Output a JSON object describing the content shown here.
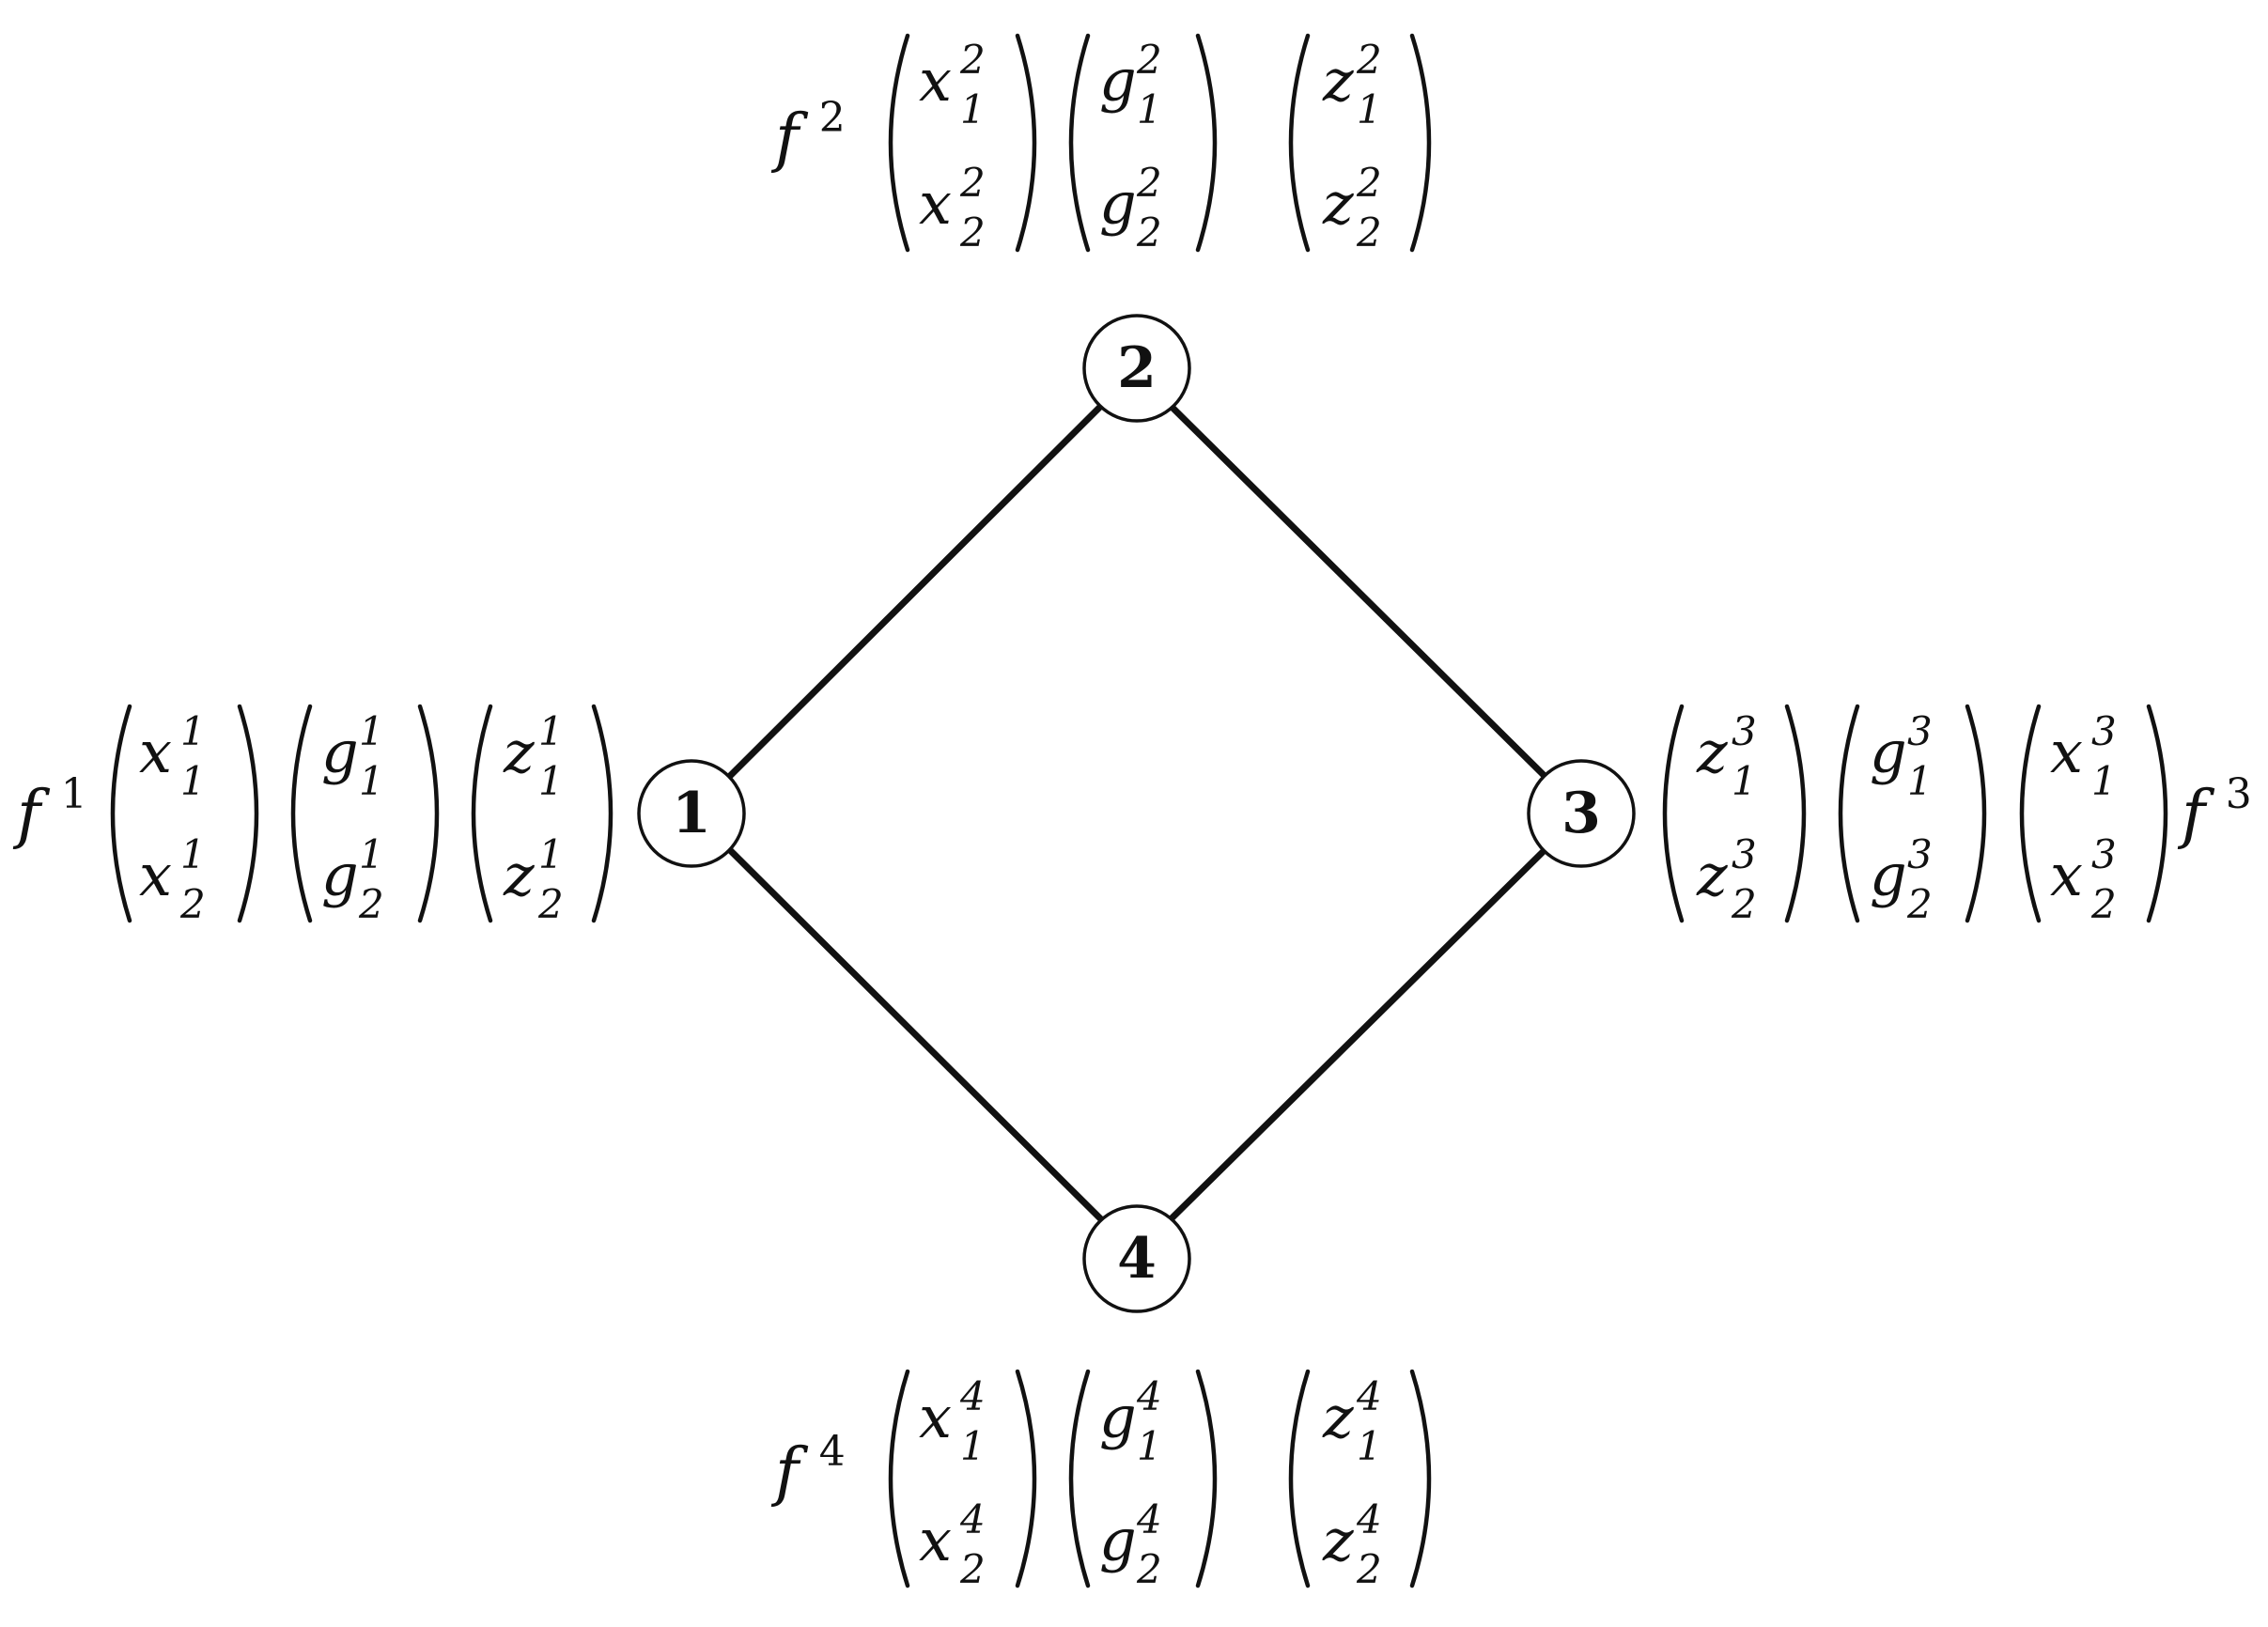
{
  "nodes": [
    {
      "id": "1",
      "label": "1",
      "function": {
        "base": "f",
        "sup": "1"
      },
      "vectors": [
        {
          "name": "x",
          "entries": [
            {
              "base": "x",
              "sub": "1",
              "sup": "1"
            },
            {
              "base": "x",
              "sub": "2",
              "sup": "1"
            }
          ]
        },
        {
          "name": "g",
          "entries": [
            {
              "base": "g",
              "sub": "1",
              "sup": "1"
            },
            {
              "base": "g",
              "sub": "2",
              "sup": "1"
            }
          ]
        },
        {
          "name": "z",
          "entries": [
            {
              "base": "z",
              "sub": "1",
              "sup": "1"
            },
            {
              "base": "z",
              "sub": "2",
              "sup": "1"
            }
          ]
        }
      ]
    },
    {
      "id": "2",
      "label": "2",
      "function": {
        "base": "f",
        "sup": "2"
      },
      "vectors": [
        {
          "name": "x",
          "entries": [
            {
              "base": "x",
              "sub": "1",
              "sup": "2"
            },
            {
              "base": "x",
              "sub": "2",
              "sup": "2"
            }
          ]
        },
        {
          "name": "g",
          "entries": [
            {
              "base": "g",
              "sub": "1",
              "sup": "2"
            },
            {
              "base": "g",
              "sub": "2",
              "sup": "2"
            }
          ]
        },
        {
          "name": "z",
          "entries": [
            {
              "base": "z",
              "sub": "1",
              "sup": "2"
            },
            {
              "base": "z",
              "sub": "2",
              "sup": "2"
            }
          ]
        }
      ]
    },
    {
      "id": "3",
      "label": "3",
      "function": {
        "base": "f",
        "sup": "3"
      },
      "vectors": [
        {
          "name": "z",
          "entries": [
            {
              "base": "z",
              "sub": "1",
              "sup": "3"
            },
            {
              "base": "z",
              "sub": "2",
              "sup": "3"
            }
          ]
        },
        {
          "name": "g",
          "entries": [
            {
              "base": "g",
              "sub": "1",
              "sup": "3"
            },
            {
              "base": "g",
              "sub": "2",
              "sup": "3"
            }
          ]
        },
        {
          "name": "x",
          "entries": [
            {
              "base": "x",
              "sub": "1",
              "sup": "3"
            },
            {
              "base": "x",
              "sub": "2",
              "sup": "3"
            }
          ]
        }
      ]
    },
    {
      "id": "4",
      "label": "4",
      "function": {
        "base": "f",
        "sup": "4"
      },
      "vectors": [
        {
          "name": "x",
          "entries": [
            {
              "base": "x",
              "sub": "1",
              "sup": "4"
            },
            {
              "base": "x",
              "sub": "2",
              "sup": "4"
            }
          ]
        },
        {
          "name": "g",
          "entries": [
            {
              "base": "g",
              "sub": "1",
              "sup": "4"
            },
            {
              "base": "g",
              "sub": "2",
              "sup": "4"
            }
          ]
        },
        {
          "name": "z",
          "entries": [
            {
              "base": "z",
              "sub": "1",
              "sup": "4"
            },
            {
              "base": "z",
              "sub": "2",
              "sup": "4"
            }
          ]
        }
      ]
    }
  ],
  "edges": [
    {
      "from": "1",
      "to": "2"
    },
    {
      "from": "2",
      "to": "3"
    },
    {
      "from": "3",
      "to": "4"
    },
    {
      "from": "4",
      "to": "1"
    }
  ]
}
